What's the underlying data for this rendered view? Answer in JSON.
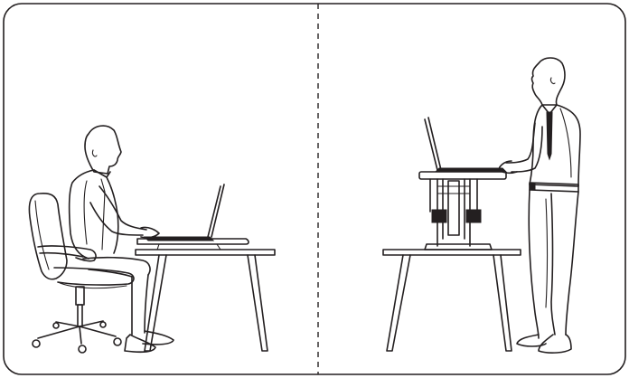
{
  "illustration": {
    "panels": [
      {
        "posture": "sitting",
        "icon": "seated-person-at-desk"
      },
      {
        "posture": "standing",
        "icon": "standing-person-at-desk-riser"
      }
    ],
    "line_color": "#231f20",
    "background": "#ffffff"
  }
}
